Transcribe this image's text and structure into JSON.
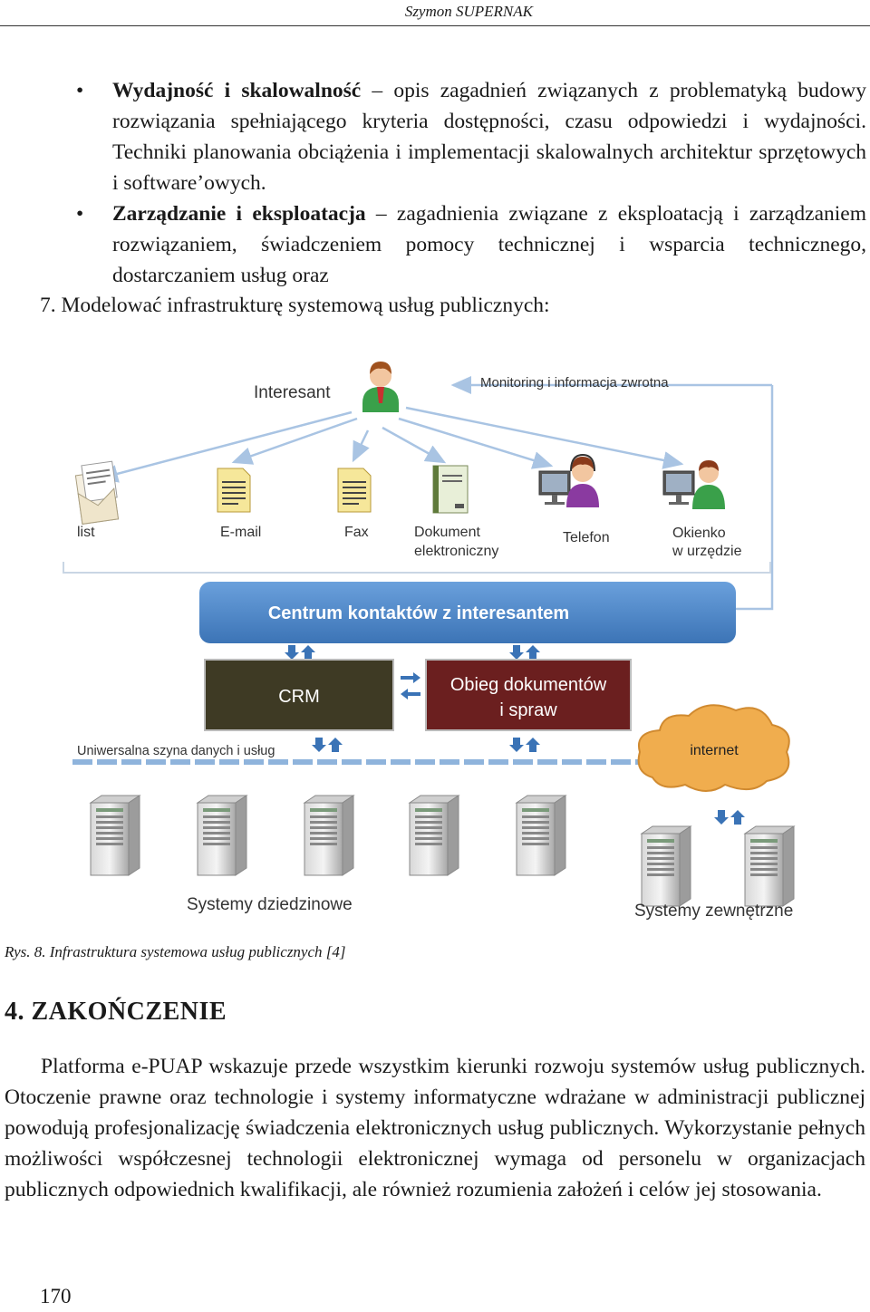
{
  "header": {
    "running_head": "Szymon SUPERNAK"
  },
  "bullets": [
    {
      "title": "Wydajność i skalowalność",
      "rest": " – opis zagadnień związanych z problematyką budowy rozwiązania spełniającego kryteria dostępności, czasu odpowiedzi i wydajności. Techniki planowania obciążenia i implementacji skalowalnych architektur sprzętowych i software’owych."
    },
    {
      "title": "Zarządzanie i eksploatacja",
      "rest": " – zagadnienia związane z eksploatacją i zarządzaniem rozwiązaniem, świadczeniem pomocy technicznej i wsparcia technicznego, dostarczaniem usług oraz"
    }
  ],
  "numbered_item": {
    "number": "7.",
    "text": "Modelować infrastrukturę systemową usług publicznych:"
  },
  "figure": {
    "labels": {
      "interesant": "Interesant",
      "monitoring": "Monitoring i informacja zwrotna",
      "list": "list",
      "email": "E-mail",
      "fax": "Fax",
      "dokument_1": "Dokument",
      "dokument_2": "elektroniczny",
      "telefon": "Telefon",
      "okienko_1": "Okienko",
      "okienko_2": "w urzędzie",
      "centrum": "Centrum kontaktów z interesantem",
      "crm": "CRM",
      "obieg_1": "Obieg dokumentów",
      "obieg_2": "i spraw",
      "szyna": "Uniwersalna szyna danych i usług",
      "internet": "internet",
      "systemy_dz": "Systemy dziedzinowe",
      "systemy_zew": "Systemy zewnętrzne"
    },
    "colors": {
      "centrum": "#4a86c8",
      "crm": "#3e3a24",
      "obieg": "#6b1f1f",
      "arrows": "#4a86c8",
      "cloud": "#f0ad4e"
    },
    "caption": "Rys. 8. Infrastruktura systemowa usług publicznych [4]"
  },
  "section": {
    "heading": "4. ZAKOŃCZENIE"
  },
  "paragraph": "Platforma e-PUAP wskazuje przede wszystkim kierunki rozwoju systemów usług publicznych. Otoczenie prawne oraz technologie i systemy informatyczne wdrażane w administracji publicznej powodują profesjonalizację świadczenia elektronicznych usług publicznych. Wykorzystanie pełnych możliwości współczesnej technologii elektronicznej wymaga od personelu w organizacjach publicznych odpowiednich kwalifikacji, ale również rozumienia założeń i celów jej stosowania.",
  "page_number": "170"
}
